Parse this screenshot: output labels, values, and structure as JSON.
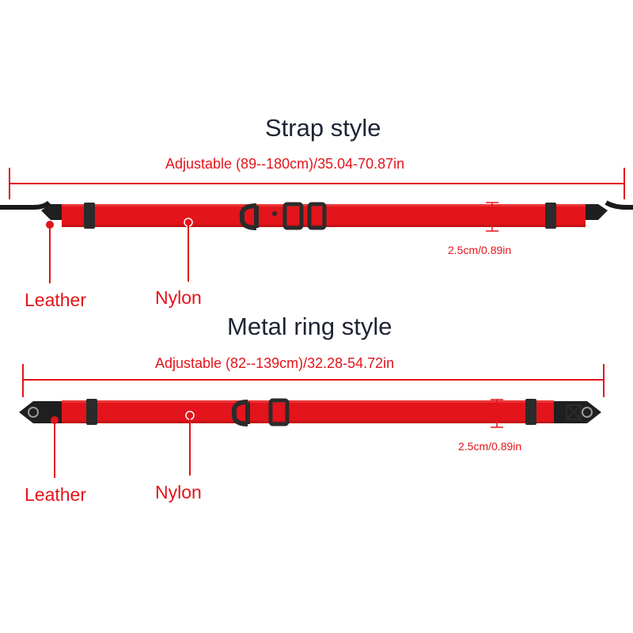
{
  "colors": {
    "strap_red": "#e3141b",
    "title_text": "#1e2433",
    "hardware": "#2b2b2b",
    "leather": "#1a1a1a"
  },
  "strap_style": {
    "title": "Strap style",
    "length_label": "Adjustable (89--180cm)/35.04-70.87in",
    "width_label": "2.5cm/0.89in",
    "callouts": {
      "leather": "Leather",
      "nylon": "Nylon"
    }
  },
  "metal_ring_style": {
    "title": "Metal ring style",
    "length_label": "Adjustable (82--139cm)/32.28-54.72in",
    "width_label": "2.5cm/0.89in",
    "callouts": {
      "leather": "Leather",
      "nylon": "Nylon"
    }
  }
}
